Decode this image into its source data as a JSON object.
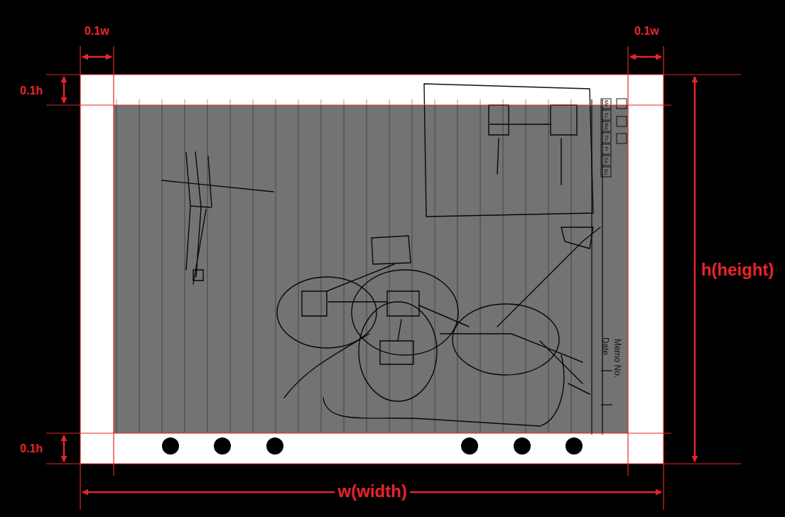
{
  "diagram": {
    "labels": [
      "0.1w",
      "0.1w",
      "0.1h",
      "0.1h",
      "w(width)",
      "h(height)",
      "Memo No.",
      "Date",
      "Mo",
      "Tu",
      "We",
      "Th",
      "Fr",
      "Sa",
      "Su"
    ]
  }
}
